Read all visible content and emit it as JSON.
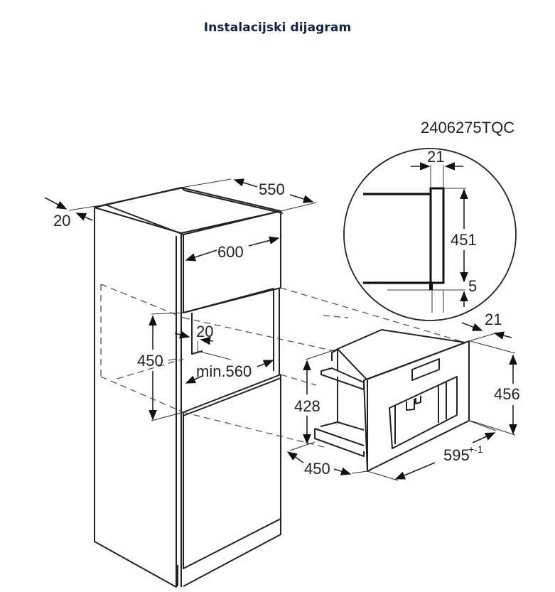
{
  "header": {
    "title": "Instalacijski dijagram"
  },
  "diagram": {
    "model_code": "2406275TQC",
    "cabinet": {
      "depth_label": "550",
      "front_panel_label": "20",
      "width_label": "600",
      "niche_height_label": "450",
      "side_gap_label": "20",
      "niche_width_label": "min.560"
    },
    "appliance": {
      "front_offset_label": "21",
      "total_height_label": "456",
      "body_height_label": "428",
      "depth_label": "450",
      "width_label": "595",
      "width_tolerance": "+-1"
    },
    "detail": {
      "frame_thickness_label": "21",
      "frame_height_label": "451",
      "bottom_gap_label": "5"
    }
  },
  "colors": {
    "title": "#14213d",
    "lines": "#222222",
    "background": "#ffffff"
  }
}
